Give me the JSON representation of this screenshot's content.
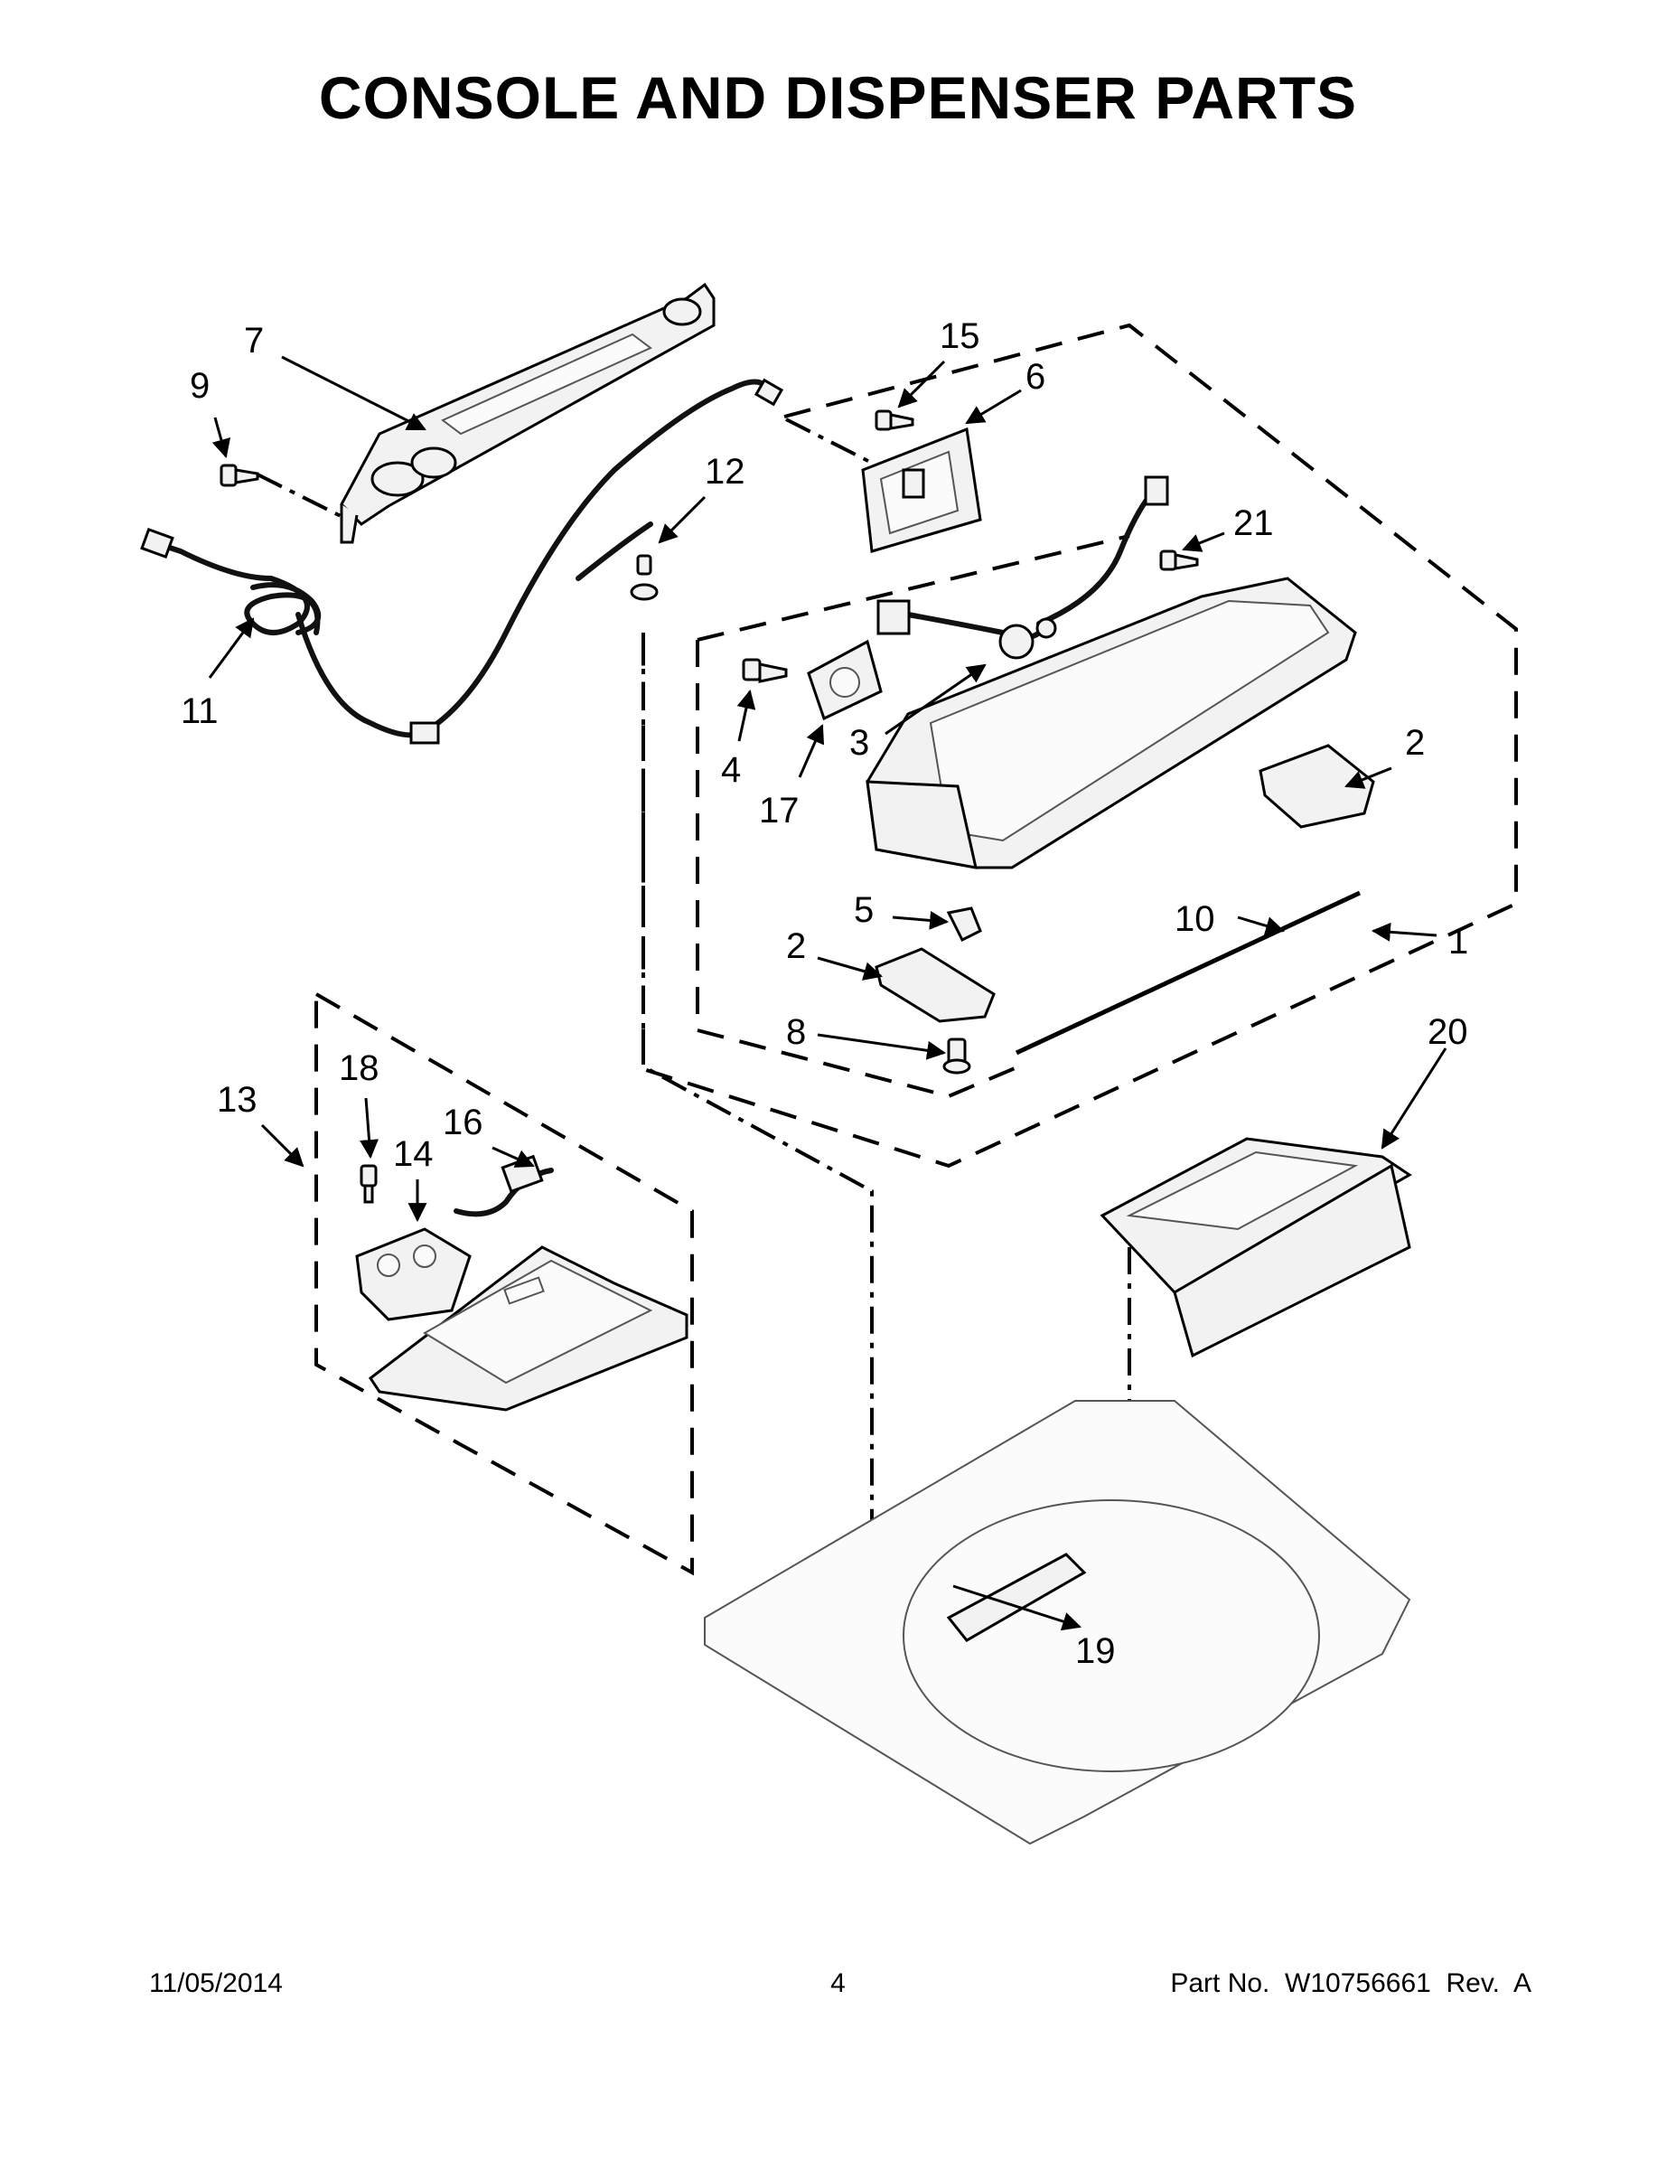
{
  "title": "CONSOLE AND DISPENSER PARTS",
  "callouts": {
    "c1": "1",
    "c2a": "2",
    "c2b": "2",
    "c3": "3",
    "c4": "4",
    "c5": "5",
    "c6": "6",
    "c7": "7",
    "c8": "8",
    "c9": "9",
    "c10": "10",
    "c11": "11",
    "c12": "12",
    "c13": "13",
    "c14": "14",
    "c15": "15",
    "c16": "16",
    "c17": "17",
    "c18": "18",
    "c19": "19",
    "c20": "20",
    "c21": "21"
  },
  "footer": {
    "date": "11/05/2014",
    "page": "4",
    "part": "Part No.  W10756661  Rev.  A"
  }
}
